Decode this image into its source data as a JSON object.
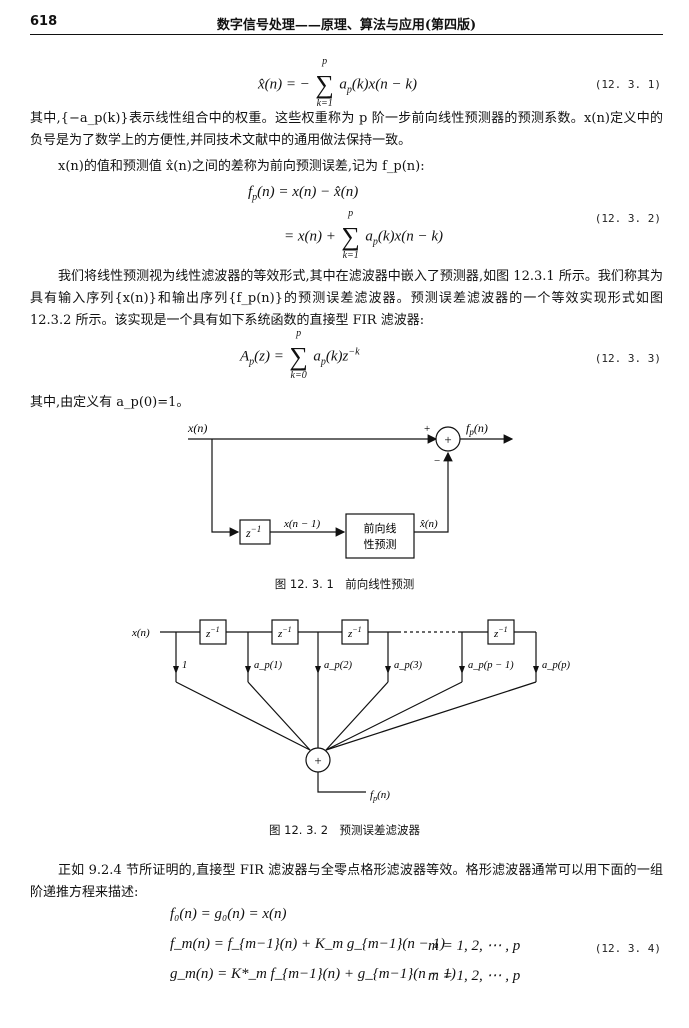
{
  "header": {
    "page_number": "618",
    "running_title": "数字信号处理——原理、算法与应用(第四版)"
  },
  "eq_12_3_1": {
    "lhs": "x̂(n) = −",
    "sum_upper": "p",
    "sum_lower": "k=1",
    "rhs": "a",
    "rhs_sub": "p",
    "rhs_tail": "(k)x(n − k)",
    "number": "(12. 3. 1)"
  },
  "para1": "其中,{−a_p(k)}表示线性组合中的权重。这些权重称为 p 阶一步前向线性预测器的预测系数。x(n)定义中的负号是为了数学上的方便性,并同技术文献中的通用做法保持一致。",
  "para2": "x(n)的值和预测值 x̂(n)之间的差称为前向预测误差,记为 f_p(n):",
  "eq_12_3_2": {
    "line1_lhs": "f",
    "line1_sub": "p",
    "line1_rhs": "(n) = x(n) − x̂(n)",
    "line2_lhs": "= x(n) +",
    "sum_upper": "p",
    "sum_lower": "k=1",
    "line2_rhs_a": "a",
    "line2_rhs_sub": "p",
    "line2_rhs_tail": "(k)x(n − k)",
    "number": "(12. 3. 2)"
  },
  "para3": "我们将线性预测视为线性滤波器的等效形式,其中在滤波器中嵌入了预测器,如图 12.3.1 所示。我们称其为具有输入序列{x(n)}和输出序列{f_p(n)}的预测误差滤波器。预测误差滤波器的一个等效实现形式如图 12.3.2 所示。该实现是一个具有如下系统函数的直接型 FIR 滤波器:",
  "eq_12_3_3": {
    "lhs": "A",
    "lhs_sub": "p",
    "lhs_tail": "(z) =",
    "sum_upper": "p",
    "sum_lower": "k=0",
    "rhs": "a",
    "rhs_sub": "p",
    "rhs_tail": "(k)z",
    "rhs_sup": "−k",
    "number": "(12. 3. 3)"
  },
  "para4": "其中,由定义有 a_p(0)=1。",
  "fig1": {
    "input_label": "x(n)",
    "output_label": "f",
    "output_sub": "p",
    "output_tail": "(n)",
    "plus_sign": "+",
    "minus_sign": "−",
    "adder_symbol": "+",
    "delay_label": "z",
    "delay_sup": "−1",
    "delayed_label": "x(n − 1)",
    "predictor_line1": "前向线",
    "predictor_line2": "性预测",
    "prediction_label": "x̂(n)",
    "caption": "图 12. 3. 1　前向线性预测"
  },
  "fig2": {
    "input_label": "x(n)",
    "delay_label": "z",
    "delay_sup": "−1",
    "coef_labels": [
      "1",
      "a_p(1)",
      "a_p(2)",
      "a_p(3)",
      "a_p(p − 1)",
      "a_p(p)"
    ],
    "adder_symbol": "+",
    "output_label": "f",
    "output_sub": "p",
    "output_tail": "(n)",
    "caption": "图 12. 3. 2　预测误差滤波器"
  },
  "para5": "正如 9.2.4 节所证明的,直接型 FIR 滤波器与全零点格形滤波器等效。格形滤波器通常可以用下面的一组阶递推方程来描述:",
  "eq_12_3_4": {
    "line1": "f₀(n) = g₀(n) = x(n)",
    "line2": "f_m(n) = f_{m−1}(n) + K_m g_{m−1}(n − 1)",
    "line2_range": "m = 1, 2, ⋯ , p",
    "line3": "g_m(n) = K*_m f_{m−1}(n) + g_{m−1}(n − 1)",
    "line3_range": "m = 1, 2, ⋯ , p",
    "number": "(12. 3. 4)"
  }
}
